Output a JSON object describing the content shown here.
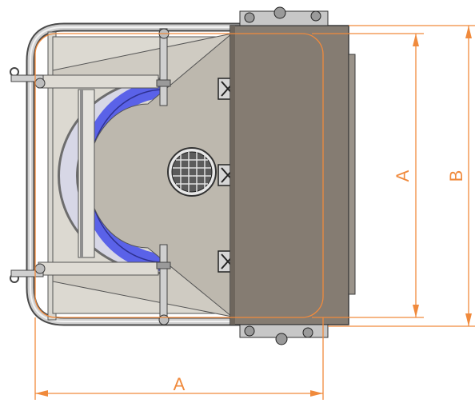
{
  "labels": {
    "width_dim": "A",
    "inner_height_dim": "A",
    "outer_height_dim": "B"
  },
  "colors": {
    "dimension": "#f08a3c",
    "frame_tube": "#c9c9c9",
    "frame_edge": "#4a4a4a",
    "panel_light": "#dad7cf",
    "panel_mid": "#b9b6ae",
    "lid_dark": "#857c72",
    "impeller_blue": "#5a62e8",
    "grille": "#3a3a3a"
  }
}
